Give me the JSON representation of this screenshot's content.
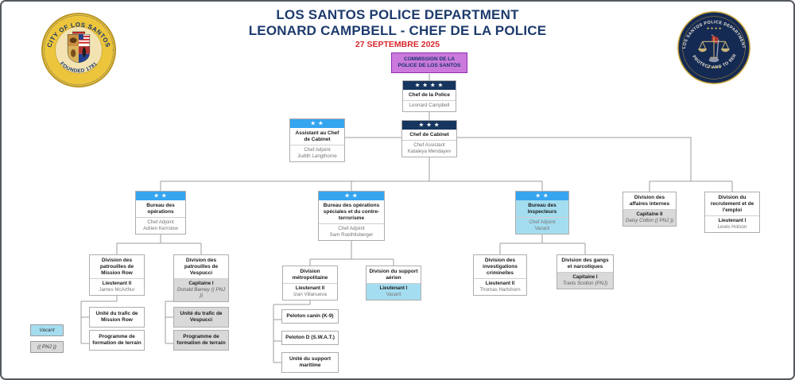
{
  "header": {
    "title_line1": "LOS SANTOS POLICE DEPARTMENT",
    "title_line2": "LEONARD CAMPBELL - CHEF DE LA POLICE",
    "date": "27 SEPTEMBRE 2025"
  },
  "seals": {
    "left": {
      "arc_top": "CITY OF LOS SANTOS",
      "arc_bottom": "FOUNDED 1781"
    },
    "right": {
      "arc_top": "LOS SANTOS POLICE DEPARTMENT",
      "arc_bottom": "TO PROTECT AND TO SERVE",
      "stars": "★ ★ ★ ★"
    }
  },
  "legend": {
    "vacant_label": "Vacant",
    "pnj_label": "(( PNJ ))"
  },
  "colors": {
    "title_navy": "#1d3b6d",
    "date_red": "#d8262c",
    "banner_navy": "#17365f",
    "banner_blue": "#36a5f0",
    "vacant_blue": "#a5ddf0",
    "pnj_gray": "#d9d9d9",
    "commission_purple": "#cb79dc"
  },
  "org": {
    "commission": {
      "title": "COMMISSION DE LA POLICE DE LOS SANTOS"
    },
    "chief": {
      "stars": "★ ★ ★ ★",
      "title": "Chef de la Police",
      "name": "Leonard Campbell"
    },
    "cabinet": {
      "stars": "★ ★ ★",
      "title": "Chef de Cabinet",
      "rank": "Chef Assistant",
      "name": "Kataleya Mendayev"
    },
    "assistant": {
      "stars": "★ ★",
      "title": "Assistant au Chef de Cabinet",
      "rank": "Chef Adjoint",
      "name": "Judith Langthorne"
    },
    "bureau_operations": {
      "stars": "★ ★",
      "title": "Bureau des opérations",
      "rank": "Chef Adjoint",
      "name": "Adrien Kerrslow"
    },
    "bureau_special": {
      "stars": "★ ★",
      "title": "Bureau des opérations spéciales et du contre-terrorisme",
      "rank": "Chef Adjoint",
      "name": "Sam Roethlisberger"
    },
    "bureau_inspecteurs": {
      "stars": "★ ★",
      "title": "Bureau des Inspecteurs",
      "rank": "Chef Adjoint",
      "name": "Vacant"
    },
    "affaires_internes": {
      "title": "Division des affaires internes",
      "rank": "Capitaine II",
      "name": "Daisy Colton (( PNJ ))"
    },
    "recrutement": {
      "title": "Division du recrutement et de l'emploi",
      "rank": "Lieutenant I",
      "name": "Lewis Holson"
    },
    "patrouilles_mission_row": {
      "title": "Division des patrouilles de Mission Row",
      "rank": "Lieutenant II",
      "name": "James McArthur"
    },
    "patrouilles_vespucci": {
      "title": "Division des patrouilles de Vespucci",
      "rank": "Capitaine I",
      "name": "Donald Barney (( PNJ ))"
    },
    "trafic_mission_row": {
      "title": "Unité du trafic de Mission Row"
    },
    "formation_mission_row": {
      "title": "Programme de formation de terrain"
    },
    "trafic_vespucci": {
      "title": "Unité du trafic de Vespucci"
    },
    "formation_vespucci": {
      "title": "Programme de formation de terrain"
    },
    "metropolitaine": {
      "title": "Division métropolitaine",
      "rank": "Lieutenant II",
      "name": "Izan Villanueva"
    },
    "support_aerien": {
      "title": "Division du support aérien",
      "rank": "Lieutenant I",
      "name": "Vacant"
    },
    "peloton_canin": {
      "title": "Peloton canin (K-9)"
    },
    "peloton_d": {
      "title": "Peloton D (S.W.A.T.)"
    },
    "support_maritime": {
      "title": "Unité du support maritime"
    },
    "investigations": {
      "title": "Division des investigations criminelles",
      "rank": "Lieutenant II",
      "name": "Thomas Hartshorn"
    },
    "gangs": {
      "title": "Division des gangs et narcotiques",
      "rank": "Capitaine I",
      "name": "Travis Scolton (PNJ)"
    }
  }
}
